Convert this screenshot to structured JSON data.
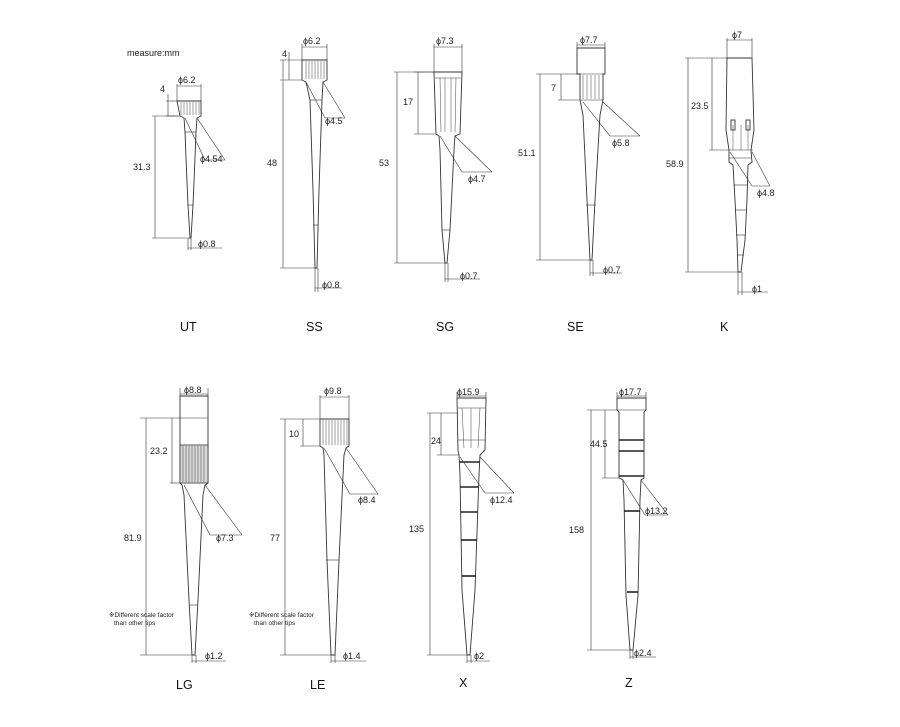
{
  "measure_label": "measure:mm",
  "scale_note_line1": "※Different scale factor",
  "scale_note_line2": "than other tips",
  "tips": [
    {
      "id": "UT",
      "name": "UT",
      "d_top": "ϕ6.2",
      "d_mid": "ϕ4.54",
      "d_tip": "ϕ0.8",
      "length": "31.3",
      "collar_h": "4"
    },
    {
      "id": "SS",
      "name": "SS",
      "d_top": "ϕ6.2",
      "d_mid": "ϕ4.5",
      "d_tip": "ϕ0.8",
      "length": "48",
      "collar_h": "4"
    },
    {
      "id": "SG",
      "name": "SG",
      "d_top": "ϕ7.3",
      "d_mid": "ϕ4.7",
      "d_tip": "ϕ0.7",
      "length": "53",
      "collar_h": "17"
    },
    {
      "id": "SE",
      "name": "SE",
      "d_top": "ϕ7.7",
      "d_mid": "ϕ5.8",
      "d_tip": "ϕ0.7",
      "length": "51.1",
      "collar_h": "7"
    },
    {
      "id": "K",
      "name": "K",
      "d_top": "ϕ7",
      "d_mid": "ϕ4.8",
      "d_tip": "ϕ1",
      "length": "58.9",
      "collar_h": "23.5"
    },
    {
      "id": "LG",
      "name": "LG",
      "d_top": "ϕ8.8",
      "d_mid": "ϕ7.3",
      "d_tip": "ϕ1.2",
      "length": "81.9",
      "collar_h": "23.2"
    },
    {
      "id": "LE",
      "name": "LE",
      "d_top": "ϕ9.8",
      "d_mid": "ϕ8.4",
      "d_tip": "ϕ1.4",
      "length": "77",
      "collar_h": "10"
    },
    {
      "id": "X",
      "name": "X",
      "d_top": "ϕ15.9",
      "d_mid": "ϕ12.4",
      "d_tip": "ϕ2",
      "length": "135",
      "collar_h": "24"
    },
    {
      "id": "Z",
      "name": "Z",
      "d_top": "ϕ17.7",
      "d_mid": "ϕ13.2",
      "d_tip": "ϕ2.4",
      "length": "158",
      "collar_h": "44.5"
    }
  ]
}
